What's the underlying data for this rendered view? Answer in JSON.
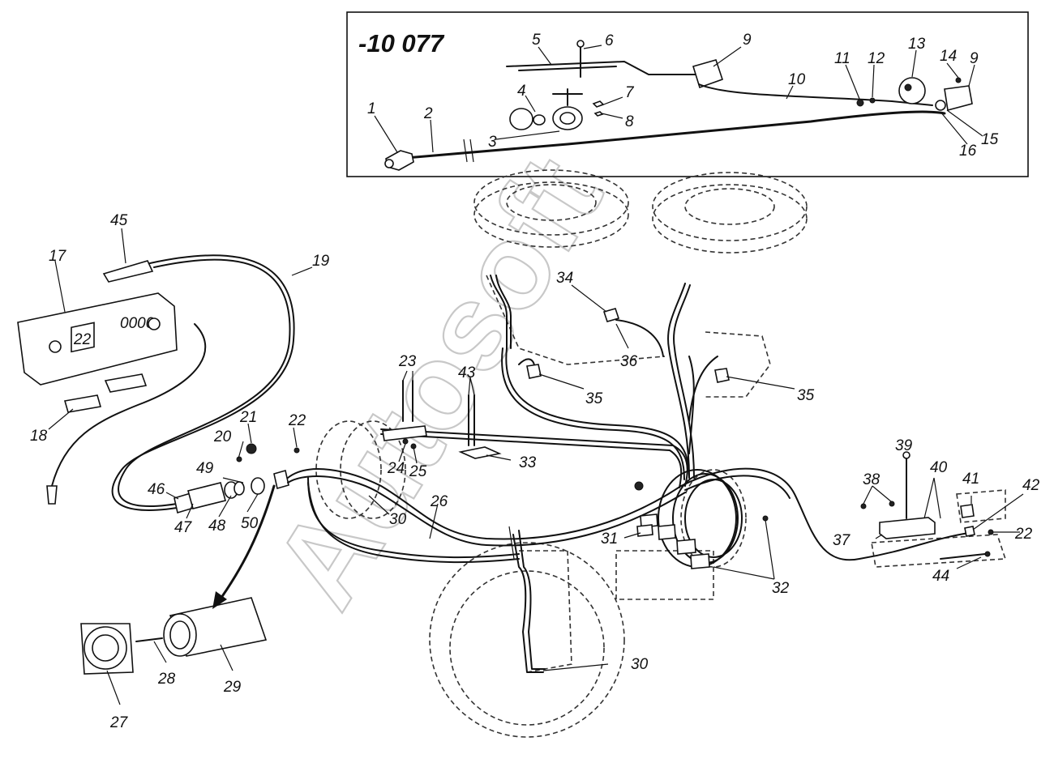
{
  "inset": {
    "title": "-10 077"
  },
  "watermark": {
    "text": "Autosoft"
  },
  "callouts": {
    "c1": "1",
    "c2": "2",
    "c3": "3",
    "c4": "4",
    "c5": "5",
    "c6": "6",
    "c7": "7",
    "c8": "8",
    "c9a": "9",
    "c9b": "9",
    "c10": "10",
    "c11": "11",
    "c12": "12",
    "c13": "13",
    "c14": "14",
    "c15": "15",
    "c16": "16",
    "c17": "17",
    "c18": "18",
    "c19": "19",
    "c20": "20",
    "c21": "21",
    "c22a": "22",
    "c22b": "22",
    "c23": "23",
    "c24": "24",
    "c25": "25",
    "c26": "26",
    "c27": "27",
    "c28": "28",
    "c29": "29",
    "c30a": "30",
    "c30b": "30",
    "c31": "31",
    "c32": "32",
    "c33": "33",
    "c34": "34",
    "c35a": "35",
    "c35b": "35",
    "c36": "36",
    "c37": "37",
    "c38": "38",
    "c39": "39",
    "c40": "40",
    "c41": "41",
    "c42": "42",
    "c43": "43",
    "c44": "44",
    "c45": "45",
    "c46": "46",
    "c47": "47",
    "c48": "48",
    "c49": "49",
    "c50": "50"
  },
  "panel": {
    "display_left": "22",
    "display_right": "0000"
  }
}
